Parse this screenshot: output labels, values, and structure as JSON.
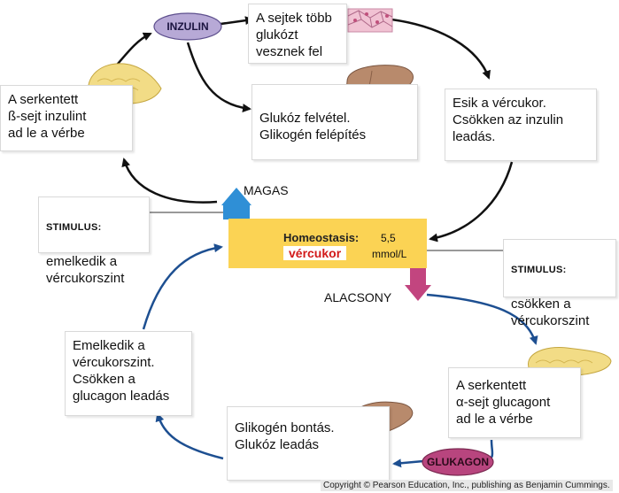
{
  "boxes": {
    "top_center": "A sejtek több\nglukózt\nvesznek fel",
    "left_top": "A serkentett\nß-sejt inzulint\n ad le a vérbe",
    "middle_top": "Glukóz felvétel.\nGlikogén felépítés",
    "right_top": "Esik a vércukor.\nCsökken az inzulin\nleadás.",
    "left_bottom": "Emelkedik a\nvércukorszint.\nCsökken a\nglucagon leadás",
    "middle_bottom": "Glikogén bontás.\nGlukóz leadás",
    "right_bottom": "A serkentett\nα-sejt glucagont\nad le a vérbe"
  },
  "stimulus_left": {
    "title": "STIMULUS:",
    "text": "emelkedik a\nvércukorszint"
  },
  "stimulus_right": {
    "title": "STIMULUS:",
    "text": "csökken a\nvércukorszint"
  },
  "ovals": {
    "insulin": "INZULIN",
    "glucagon": "GLUKAGON"
  },
  "homeostasis": {
    "title": "Homeostasis:",
    "value": "5,5",
    "label": "vércukor",
    "unit": "mmol/L"
  },
  "labels": {
    "high": "MAGAS",
    "low": "ALACSONY"
  },
  "copyright": "Copyright © Pearson Education, Inc., publishing as Benjamin Cummings.",
  "colors": {
    "black_arrow": "#111111",
    "blue_arrow": "#1d4f91",
    "homeostasis_bg": "#fbd354",
    "up_arrow": "#2f8fd6",
    "down_arrow": "#c2457f",
    "insulin_oval": "#b7a9d6",
    "glucagon_oval": "#b8457e"
  }
}
